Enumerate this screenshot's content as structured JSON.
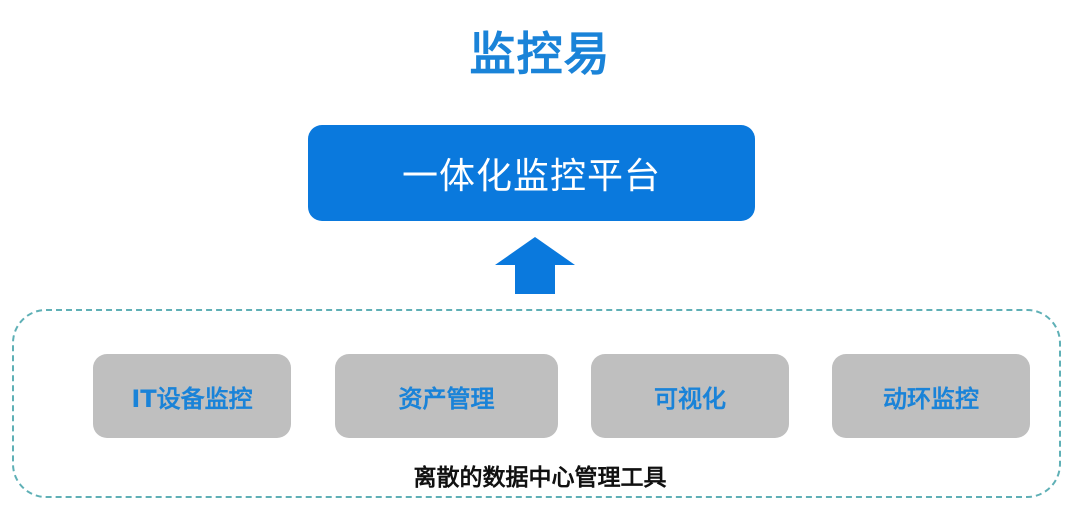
{
  "title": "监控易",
  "platform": {
    "label": "一体化监控平台"
  },
  "tools": [
    {
      "label": "IT设备监控"
    },
    {
      "label": "资产管理"
    },
    {
      "label": "可视化"
    },
    {
      "label": "动环监控"
    }
  ],
  "group_caption": "离散的数据中心管理工具",
  "colors": {
    "accent": "#1a83d8",
    "platform_fill": "#0a79dd",
    "tool_fill": "#bfbfbf",
    "group_border": "#5fb0b6"
  },
  "icons": {
    "arrow": "up-arrow-icon"
  }
}
